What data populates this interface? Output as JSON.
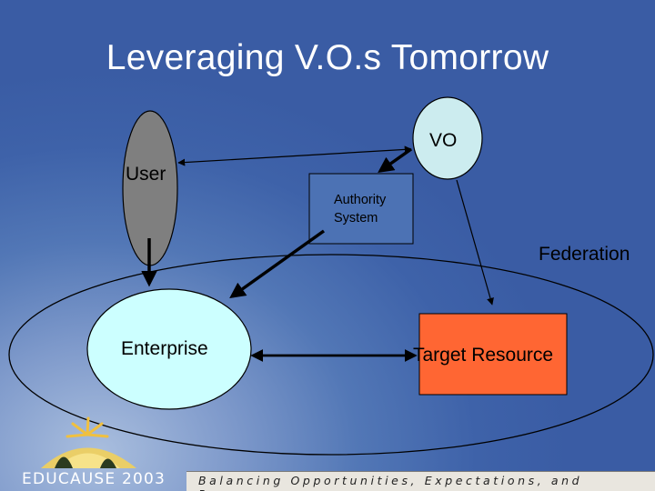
{
  "slide": {
    "title": "Leveraging V.O.s Tomorrow"
  },
  "diagram": {
    "user": "User",
    "vo": "VO",
    "authority_system": "Authority System",
    "federation": "Federation",
    "enterprise": "Enterprise",
    "target_resource": "Target Resource"
  },
  "footer": {
    "logo_text": "EDUCAUSE 2003",
    "tagline": "Balancing Opportunities, Expectations, and Resources"
  },
  "colors": {
    "user_fill": "#7f7f7f",
    "vo_fill": "#ccecef",
    "enterprise_fill": "#ccffff",
    "target_fill": "#ff6633",
    "background": "#4a6fb0"
  }
}
